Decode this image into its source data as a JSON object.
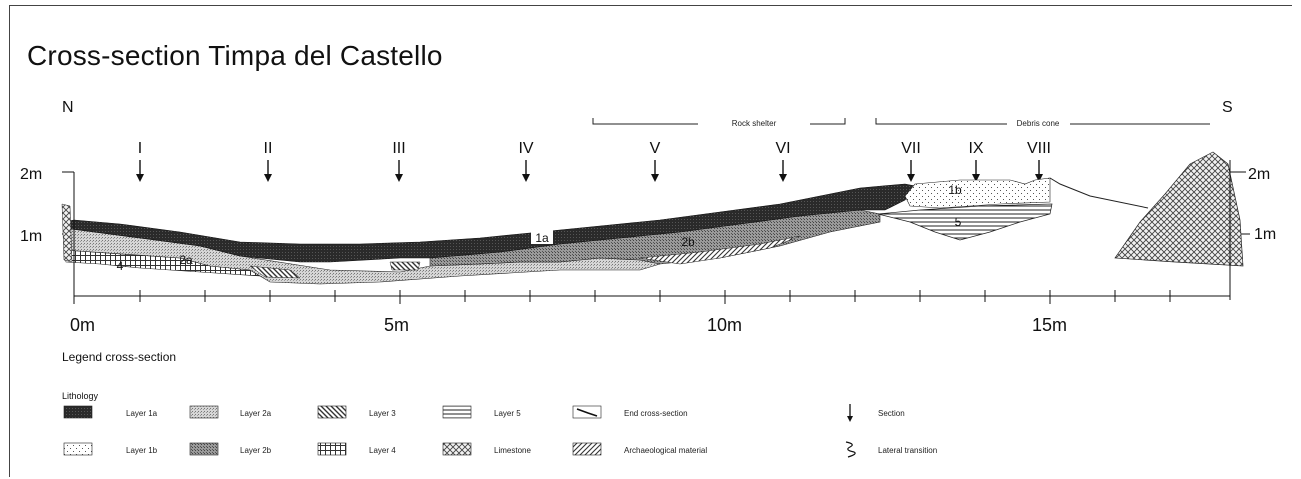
{
  "title": "Cross-section Timpa del Castello",
  "orientation": {
    "left": "N",
    "right": "S"
  },
  "vertical_scale": {
    "top": "2m",
    "bottom": "1m"
  },
  "horizontal_scale": [
    "0m",
    "5m",
    "10m",
    "15m"
  ],
  "zones": [
    {
      "label": "Rock shelter"
    },
    {
      "label": "Debris cone"
    }
  ],
  "sections": [
    "I",
    "II",
    "III",
    "IV",
    "V",
    "VI",
    "VII",
    "IX",
    "VIII"
  ],
  "layer_labels": [
    "1a",
    "2b",
    "2a",
    "4",
    "1b",
    "5"
  ],
  "legend": {
    "title": "Legend cross-section",
    "subtitle": "Lithology",
    "items": [
      {
        "label": "Layer 1a",
        "pattern": "layer-1a"
      },
      {
        "label": "Layer 1b",
        "pattern": "layer-1b"
      },
      {
        "label": "Layer 2a",
        "pattern": "layer-2a"
      },
      {
        "label": "Layer 2b",
        "pattern": "layer-2b"
      },
      {
        "label": "Layer 3",
        "pattern": "layer-3"
      },
      {
        "label": "Layer 4",
        "pattern": "layer-4"
      },
      {
        "label": "Layer 5",
        "pattern": "layer-5"
      },
      {
        "label": "Limestone",
        "pattern": "limestone"
      },
      {
        "label": "End cross-section",
        "pattern": "end-cross-section"
      },
      {
        "label": "Archaeological material",
        "pattern": "archaeological"
      },
      {
        "label": "Section",
        "pattern": "section-arrow"
      },
      {
        "label": "Lateral transition",
        "pattern": "lateral-transition"
      }
    ]
  }
}
